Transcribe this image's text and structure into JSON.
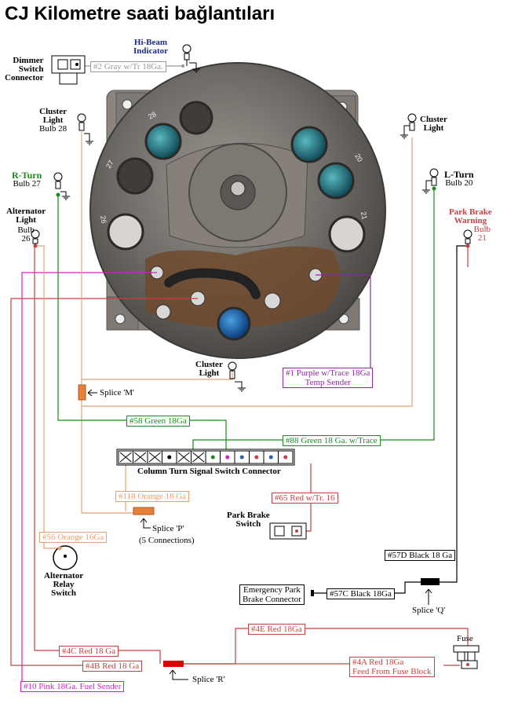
{
  "title": "CJ Kilometre saati bağlantıları",
  "labels": {
    "dimmer": [
      "Dimmer",
      "Switch",
      "Connector"
    ],
    "hi_beam": [
      "Hi-Beam",
      "Indicator"
    ],
    "cluster_28": [
      "Cluster",
      "Light",
      "Bulb 28"
    ],
    "cluster_right": [
      "Cluster",
      "Light"
    ],
    "r_turn": [
      "R-Turn",
      "Bulb 27"
    ],
    "l_turn": [
      "L-Turn",
      "Bulb 20"
    ],
    "alt_light": [
      "Alternator",
      "Light",
      "Bulb",
      "26"
    ],
    "park_brake": [
      "Park Brake",
      "Warning",
      "Bulb",
      "21"
    ],
    "cluster_bottom": [
      "Cluster",
      "Light"
    ],
    "splice_m": "Splice 'M'",
    "connector": "Column Turn Signal Switch Connector",
    "splice_p": [
      "Splice 'P'",
      "(5 Connections)"
    ],
    "park_switch": [
      "Park Brake",
      "Switch"
    ],
    "alt_relay": [
      "Alternator",
      "Relay",
      "Switch"
    ],
    "emergency": [
      "Emergency Park",
      "Brake Connector"
    ],
    "splice_q": "Splice 'Q'",
    "splice_r": "Splice 'R'",
    "fuse": "Fuse"
  },
  "wires": {
    "w2": "#2 Gray w/Tr 18Ga.",
    "w1": [
      "#1 Purple w/Trace 18Ga",
      "Temp Sender"
    ],
    "w58": "#58 Green 18Ga",
    "w88": "#88 Green 18 Ga. w/Trace",
    "w118": "#118 Orange 18 Ga",
    "w65": "#65 Red w/Tr. 16",
    "w56": "#56 Orange 16Ga",
    "w57d": "#57D Black 18 Ga",
    "w57c": "#57C Black 18Ga",
    "w4e": "#4E Red 18Ga",
    "w4c": "#4C Red 18 Ga",
    "w4b": "#4B Red 18 Ga",
    "w4a": [
      "#4A Red 18Ga",
      "Feed From Fuse Block"
    ],
    "w10": "#10 Pink 18Ga. Fuel Sender"
  },
  "gauge_numbers": [
    "28",
    "27",
    "26",
    "20",
    "21"
  ],
  "colors": {
    "pink": "#d020c8",
    "purple": "#8a2a9a",
    "green": "#1a8a1a",
    "orange": "#e8a070",
    "red": "#c84040",
    "gray": "#999999",
    "black": "#000000",
    "blue": "#2a5fc0"
  },
  "connector_pins": [
    "x",
    "x",
    "x",
    "black",
    "x",
    "x",
    "green",
    "pink",
    "blue",
    "red",
    "blue",
    "red"
  ]
}
